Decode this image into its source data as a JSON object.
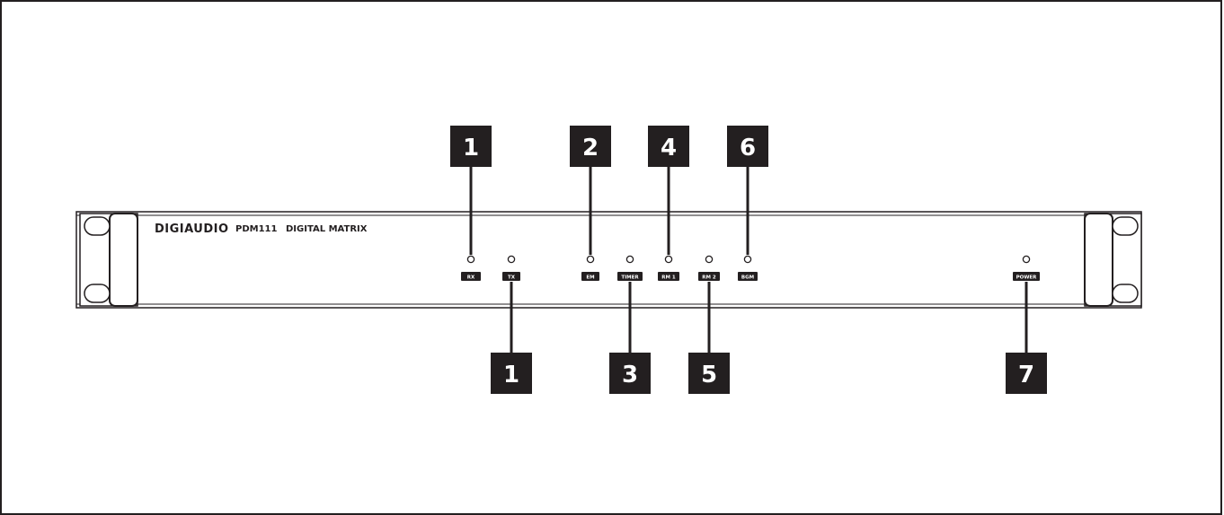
{
  "device": {
    "brand": "DIGIAUDIO",
    "model": "PDM111",
    "description": "DIGITAL MATRIX"
  },
  "indicators": [
    {
      "key": "rx",
      "label": "RX",
      "callout": "1"
    },
    {
      "key": "tx",
      "label": "TX",
      "callout": "1"
    },
    {
      "key": "em",
      "label": "EM",
      "callout": "2"
    },
    {
      "key": "timer",
      "label": "TIMER",
      "callout": "3"
    },
    {
      "key": "rm1",
      "label": "RM 1",
      "callout": "4"
    },
    {
      "key": "rm2",
      "label": "RM 2",
      "callout": "5"
    },
    {
      "key": "bgm",
      "label": "BGM",
      "callout": "6"
    },
    {
      "key": "power",
      "label": "POWER",
      "callout": "7"
    }
  ],
  "colors": {
    "line": "#231f20",
    "callout_bg": "#231f20",
    "callout_text": "#ffffff",
    "label_bg": "#231f20",
    "label_text": "#ffffff"
  }
}
